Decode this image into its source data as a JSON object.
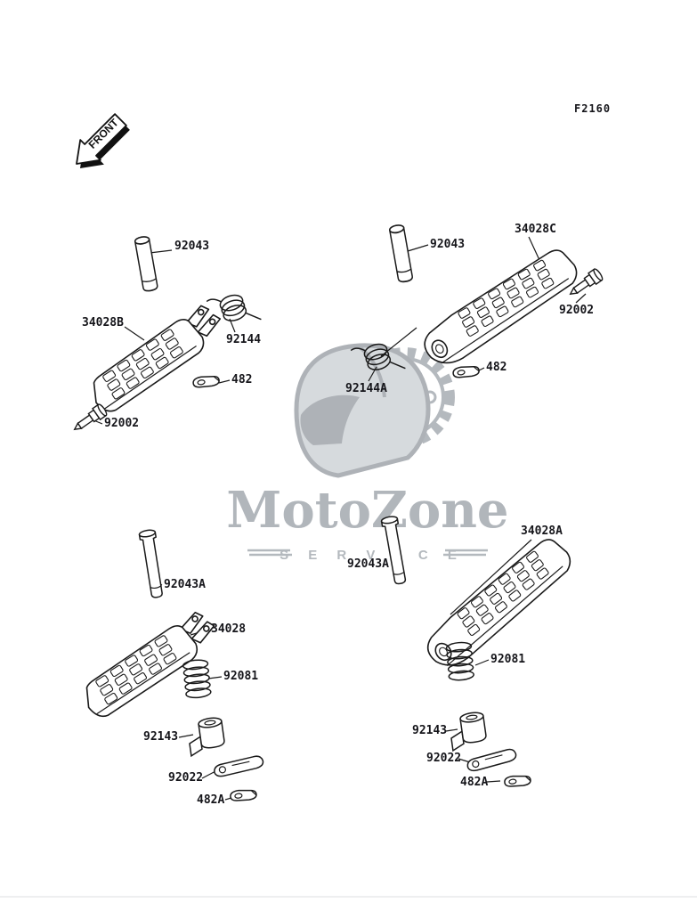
{
  "page": {
    "code": "F2160",
    "front": "FRONT",
    "background": "#ffffff",
    "line_color": "#1a1a1a"
  },
  "watermark": {
    "brand": "MotoZone",
    "subtitle": "S E R V I C E",
    "color": "#a2a8ae"
  },
  "parts": {
    "tl": {
      "peg": "34028B",
      "pin": "92043",
      "spring": "92144",
      "clip": "482",
      "bolt": "92002"
    },
    "tr": {
      "peg": "34028C",
      "pin": "92043",
      "spring": "92144A",
      "clip": "482",
      "bolt": "92002"
    },
    "bl": {
      "peg": "34028",
      "pin": "92043A",
      "spring": "92081",
      "holder": "92143",
      "bracket": "92022",
      "clip": "482A"
    },
    "br": {
      "peg": "34028A",
      "pin": "92043A",
      "spring": "92081",
      "holder": "92143",
      "bracket": "92022",
      "clip": "482A"
    }
  }
}
